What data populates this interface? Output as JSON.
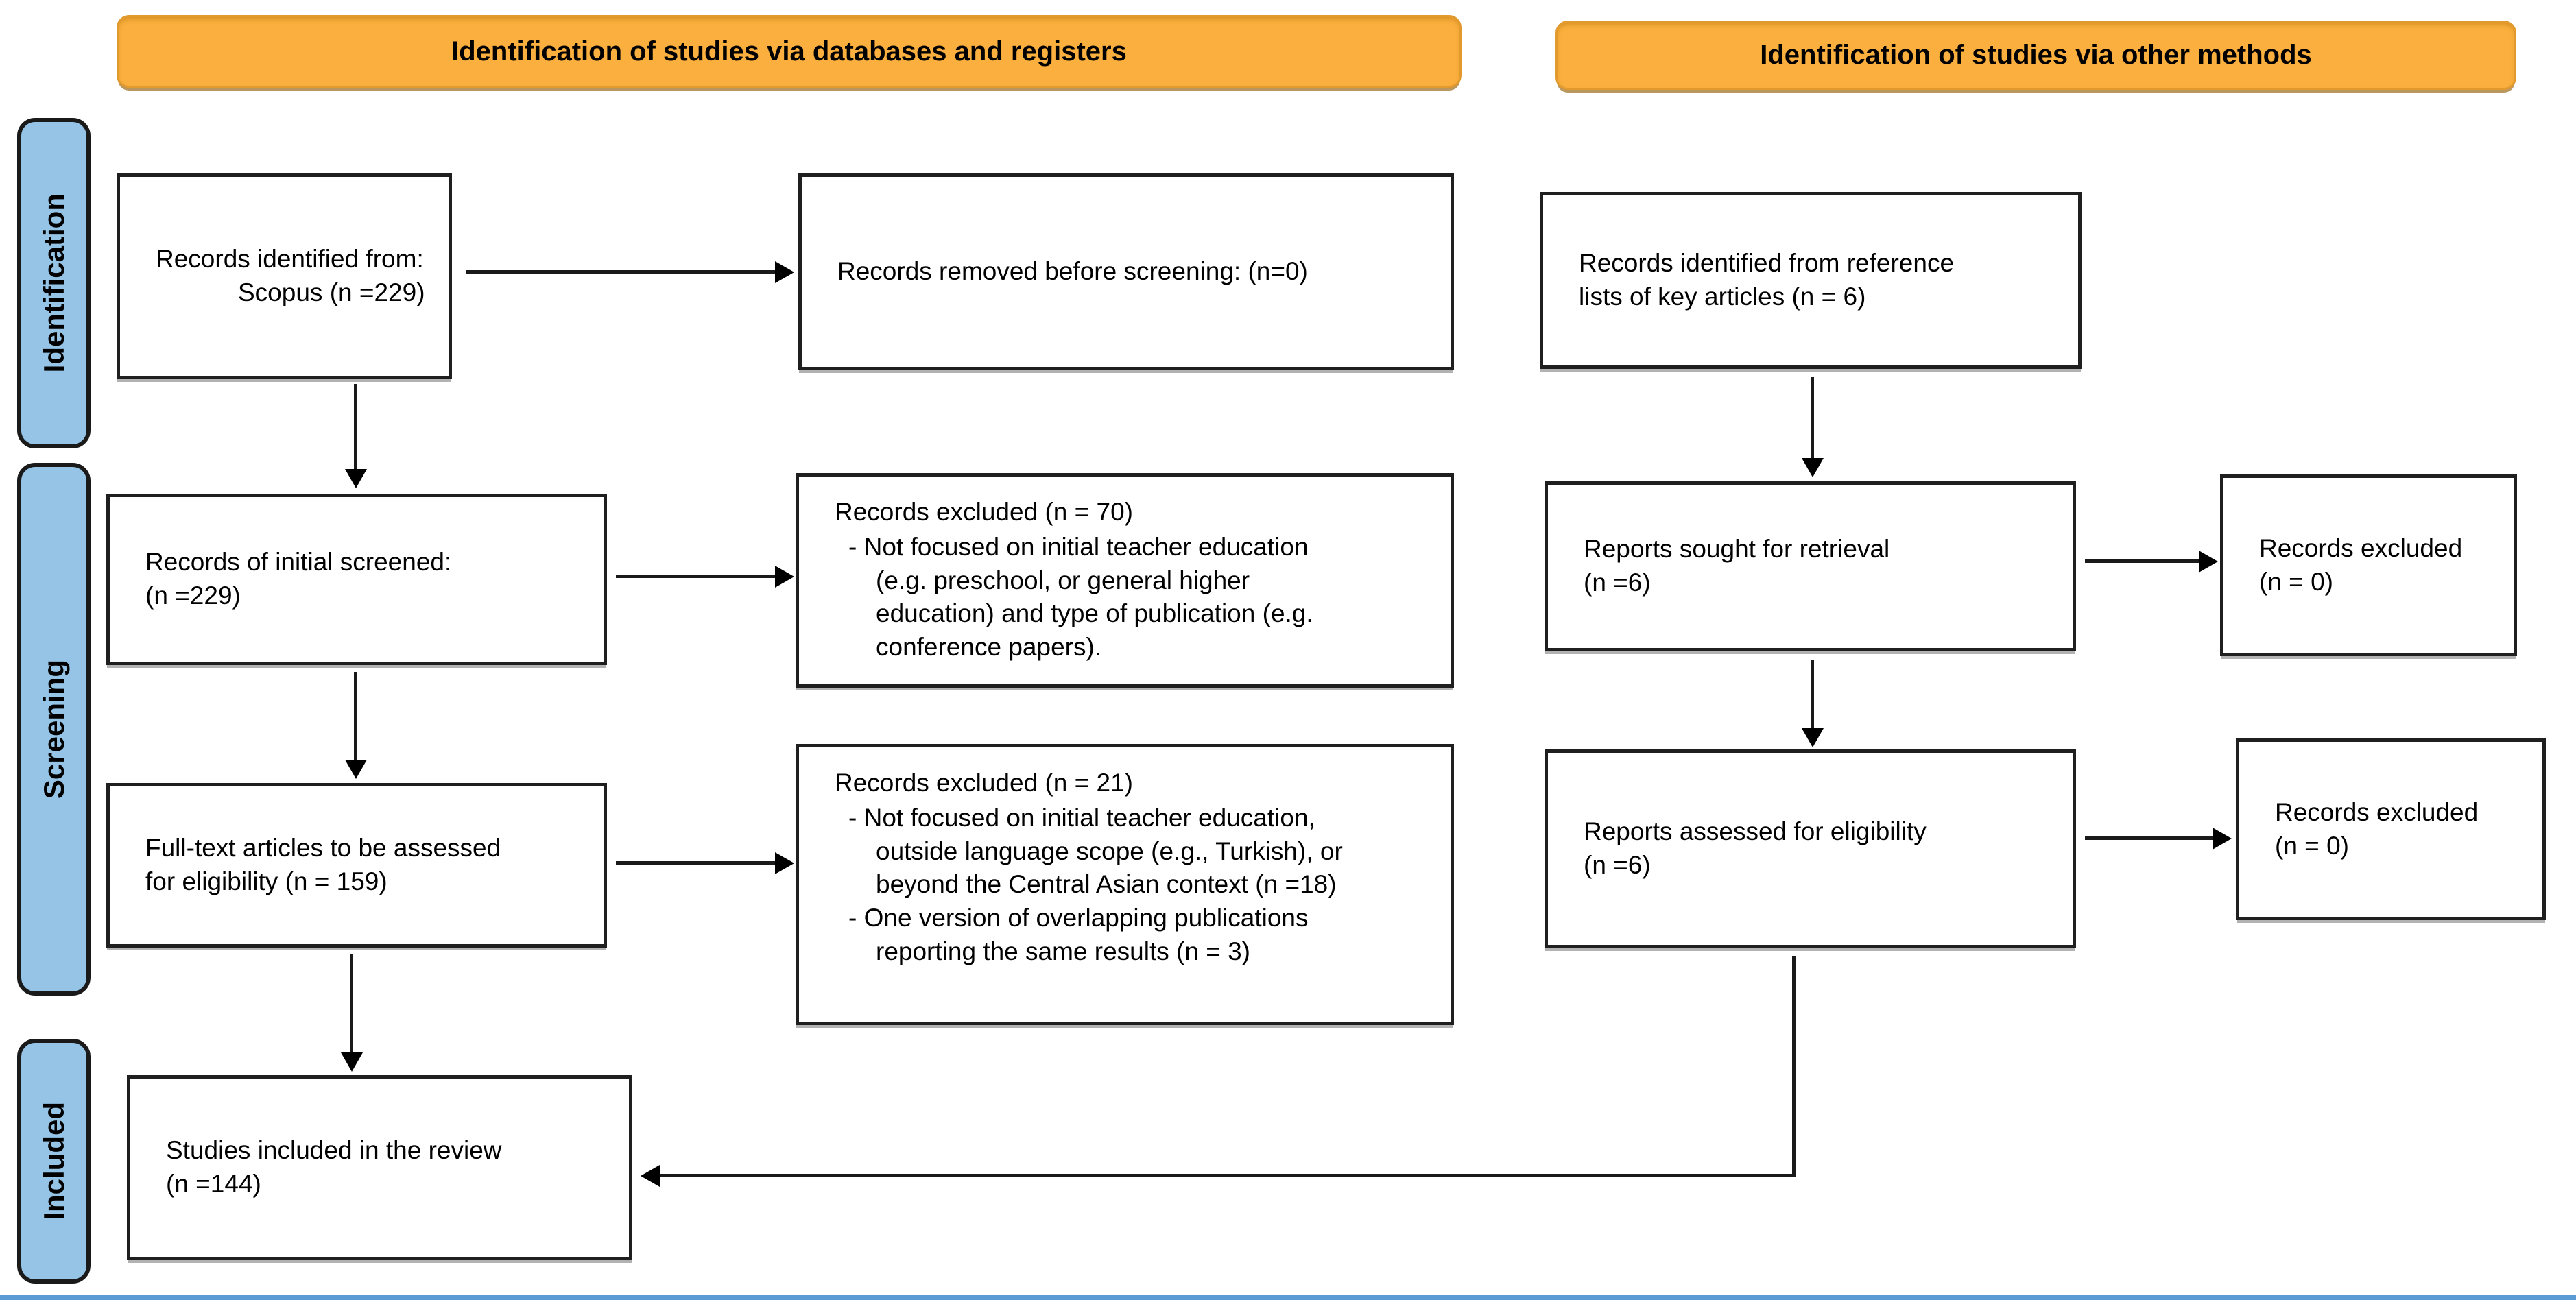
{
  "diagram_type": "PRISMA flow diagram",
  "colors": {
    "header_bg": "#FAAF3E",
    "header_border": "#E2992D",
    "stage_bg": "#95C4E6",
    "stage_border": "#1a1a1a",
    "box_border": "#1f1f1f",
    "arrow": "#1a1a1a",
    "bottom_rule": "#5B9BD5"
  },
  "headers": {
    "databases": "Identification of studies via databases and registers",
    "other_methods": "Identification of studies via other methods"
  },
  "stages": {
    "identification": "Identification",
    "screening": "Screening",
    "included": "Included"
  },
  "boxes": {
    "records_identified": {
      "line1": "Records identified from:",
      "line2": "Scopus (n =229)"
    },
    "records_removed": {
      "text": "Records removed before screening: (n=0)"
    },
    "records_reference": {
      "text": "Records identified from reference\nlists of key articles (n = 6)"
    },
    "initial_screened": {
      "text": "Records of initial screened:\n(n =229)"
    },
    "excluded_70": {
      "title": "Records excluded (n = 70)",
      "bullets": [
        "- Not focused on initial teacher education\n(e.g. preschool, or general higher\neducation) and type of publication (e.g.\nconference papers)."
      ]
    },
    "reports_sought": {
      "text": "Reports sought for retrieval\n(n =6)"
    },
    "excluded_retrieval": {
      "text": "Records excluded\n(n = 0)"
    },
    "fulltext_assessed": {
      "text": "Full-text articles to be assessed\nfor eligibility (n = 159)"
    },
    "excluded_21": {
      "title": "Records excluded (n = 21)",
      "bullets": [
        "- Not focused on initial teacher education,\noutside language scope (e.g., Turkish), or\nbeyond the Central Asian context (n =18)",
        "- One version of overlapping publications\nreporting the same results (n = 3)"
      ]
    },
    "reports_assessed": {
      "text": "Reports assessed for eligibility\n(n =6)"
    },
    "excluded_eligibility": {
      "text": "Records excluded\n(n = 0)"
    },
    "studies_included": {
      "text": "Studies included in the review\n(n =144)"
    }
  }
}
